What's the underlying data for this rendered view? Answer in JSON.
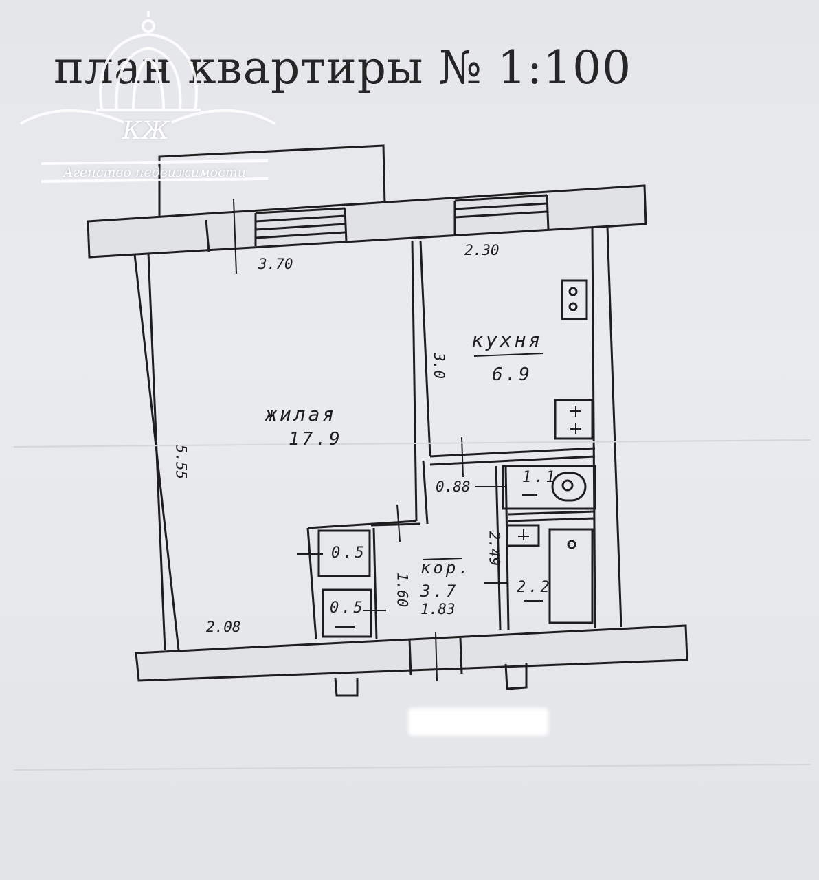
{
  "title": "план квартиры № 1:100",
  "logo": {
    "monogram": "КЖ",
    "caption": "Агенство недвижимости"
  },
  "rooms": {
    "living": {
      "name": "жилая",
      "area": "17.9"
    },
    "kitchen": {
      "name": "кухня",
      "area": "6.9"
    },
    "corridor": {
      "name": "кор.",
      "area": "3.7"
    },
    "bath": {
      "area": "2.2"
    },
    "wc": {
      "area": "1.1"
    },
    "closet_top": {
      "area": "0.5"
    },
    "closet_bottom": {
      "area": "0.5"
    }
  },
  "dimensions": {
    "living_width_top": "3.70",
    "living_depth": "5.55",
    "living_width_bottom": "2.08",
    "kitchen_width": "2.30",
    "kitchen_depth": "3.0",
    "wc_width": "0.88",
    "corridor_depth": "1.60",
    "corridor_width": "1.83",
    "bath_depth": "2.49"
  },
  "colors": {
    "ink": "#1e1e1e",
    "paper": "#e6e8ec",
    "watermark": "#ffffff"
  }
}
